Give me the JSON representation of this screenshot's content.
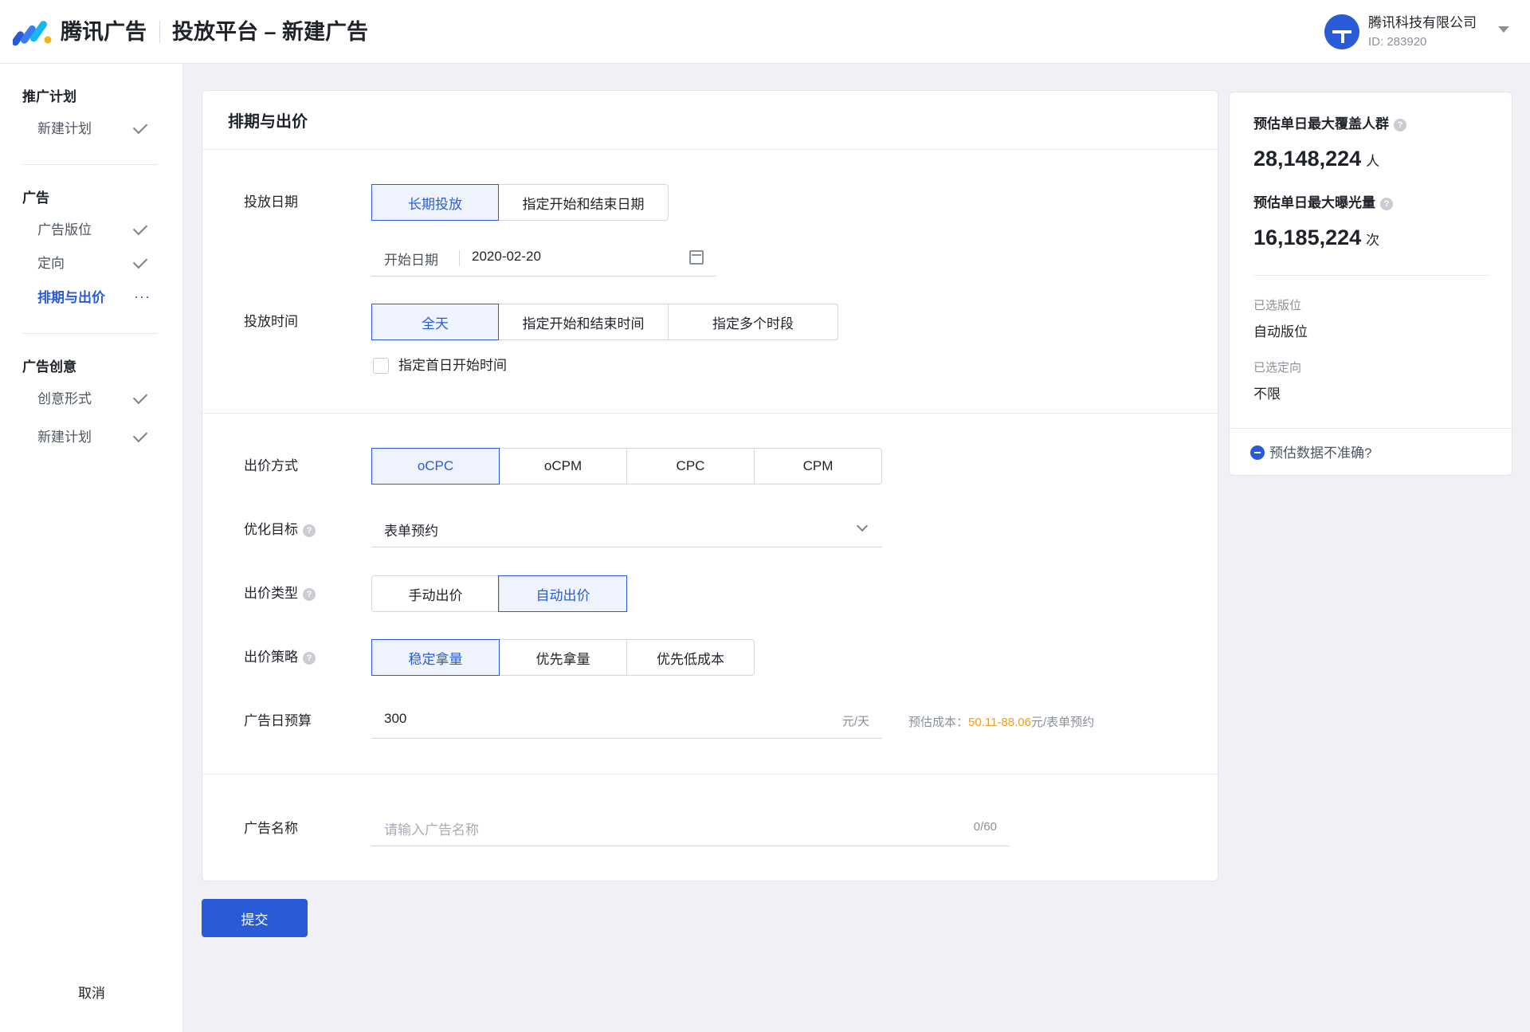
{
  "header": {
    "brand": "腾讯广告",
    "title": "投放平台 – 新建广告",
    "company": "腾讯科技有限公司",
    "account_id": "ID: 283920"
  },
  "sidebar": {
    "sections": [
      {
        "heading": "推广计划",
        "items": [
          {
            "label": "新建计划",
            "status": "done"
          }
        ]
      },
      {
        "heading": "广告",
        "items": [
          {
            "label": "广告版位",
            "status": "done"
          },
          {
            "label": "定向",
            "status": "done"
          },
          {
            "label": "排期与出价",
            "status": "current"
          }
        ]
      },
      {
        "heading": "广告创意",
        "items": [
          {
            "label": "创意形式",
            "status": "done"
          },
          {
            "label": "新建计划",
            "status": "done"
          }
        ]
      }
    ],
    "current_dots": "···",
    "cancel": "取消"
  },
  "form": {
    "section_title": "排期与出价",
    "date": {
      "label": "投放日期",
      "options": [
        "长期投放",
        "指定开始和结束日期"
      ],
      "selected": 0,
      "start_label": "开始日期",
      "start_value": "2020-02-20"
    },
    "time": {
      "label": "投放时间",
      "options": [
        "全天",
        "指定开始和结束时间",
        "指定多个时段"
      ],
      "selected": 0,
      "checkbox_label": "指定首日开始时间"
    },
    "bid_method": {
      "label": "出价方式",
      "options": [
        "oCPC",
        "oCPM",
        "CPC",
        "CPM"
      ],
      "selected": 0
    },
    "goal": {
      "label": "优化目标",
      "value": "表单预约"
    },
    "bid_type": {
      "label": "出价类型",
      "options": [
        "手动出价",
        "自动出价"
      ],
      "selected": 1
    },
    "strategy": {
      "label": "出价策略",
      "options": [
        "稳定拿量",
        "优先拿量",
        "优先低成本"
      ],
      "selected": 0
    },
    "budget": {
      "label": "广告日预算",
      "value": "300",
      "suffix": "元/天",
      "est_prefix": "预估成本：",
      "est_range": "50.11-88.06",
      "est_suffix": "元/表单预约"
    },
    "name": {
      "label": "广告名称",
      "placeholder": "请输入广告名称",
      "counter": "0/60"
    },
    "help_glyph": "?",
    "submit": "提交"
  },
  "estimate_panel": {
    "reach_title": "预估单日最大覆盖人群",
    "reach_value": "28,148,224",
    "reach_unit": "人",
    "impr_title": "预估单日最大曝光量",
    "impr_value": "16,185,224",
    "impr_unit": "次",
    "placement_label": "已选版位",
    "placement_value": "自动版位",
    "targeting_label": "已选定向",
    "targeting_value": "不限",
    "feedback_link": "预估数据不准确?"
  },
  "colors": {
    "accent": "#2a5bd7",
    "selected_bg": "#eef3fe",
    "warning": "#f29a1c",
    "page_bg": "#f0f1f4"
  }
}
